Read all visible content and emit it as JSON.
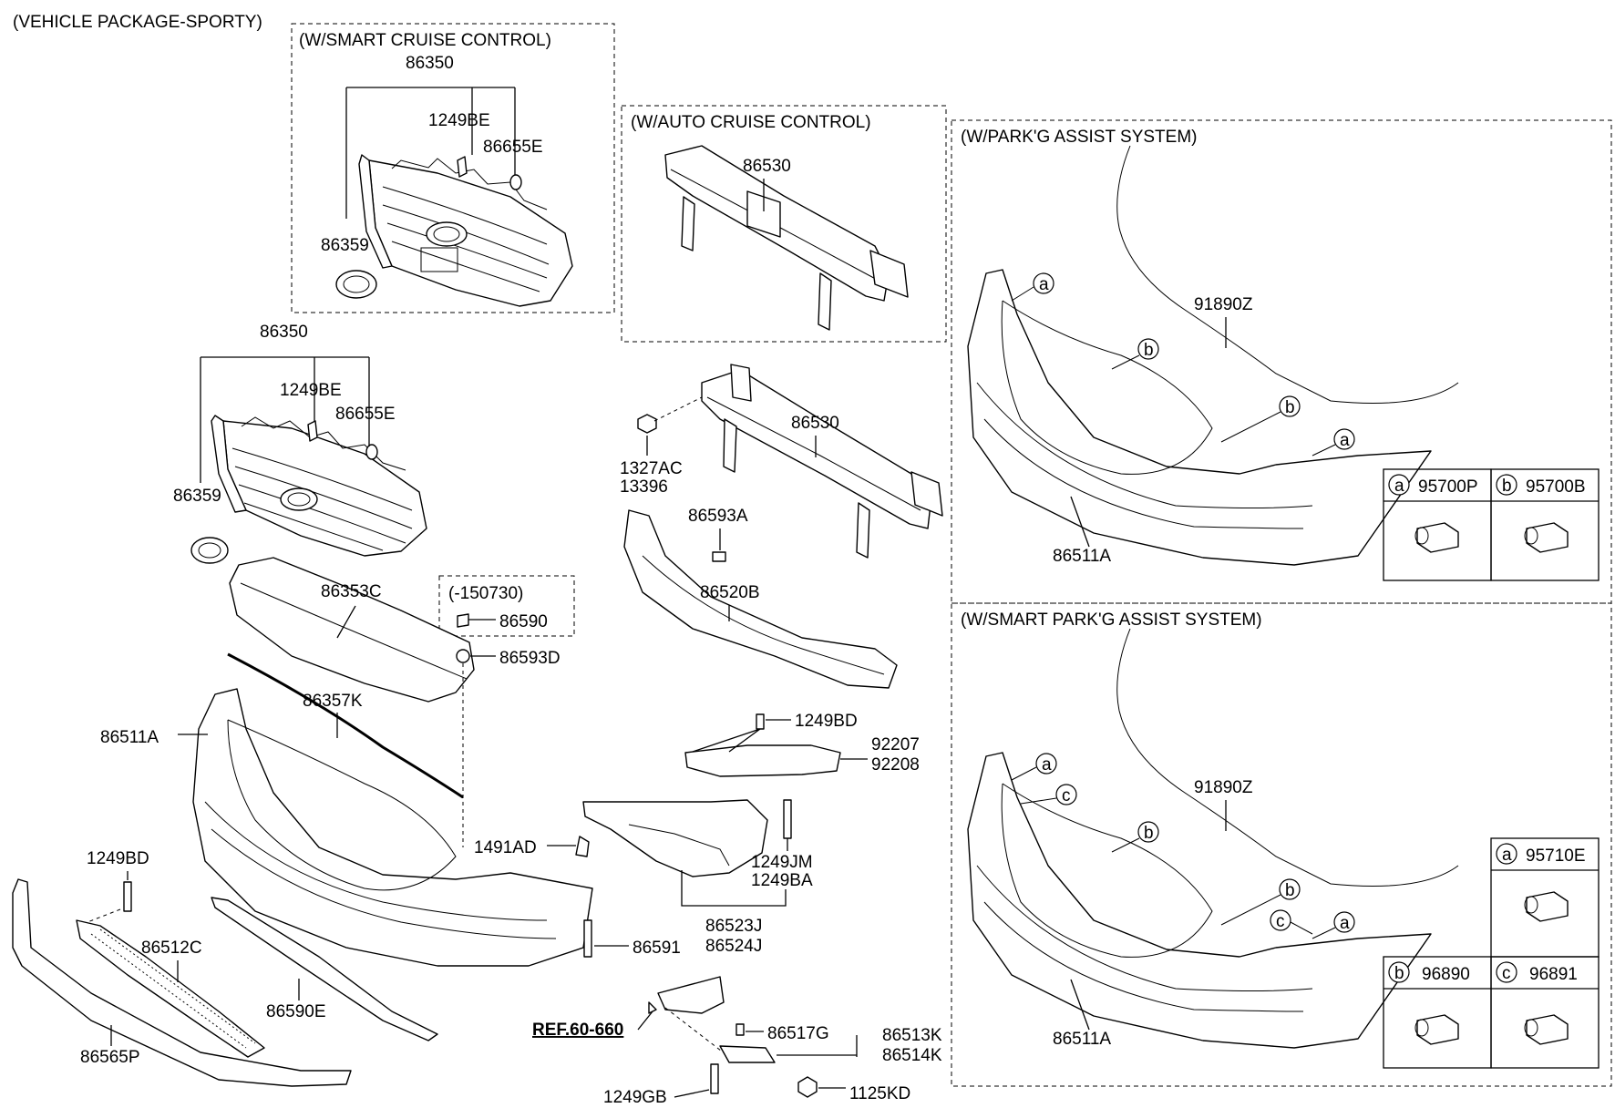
{
  "diagram": {
    "page_header": "(VEHICLE PACKAGE-SPORTY)",
    "sections": {
      "smart_cruise": "(W/SMART CRUISE CONTROL)",
      "auto_cruise": "(W/AUTO CRUISE CONTROL)",
      "park_assist": "(W/PARK'G ASSIST SYSTEM)",
      "smart_park_assist": "(W/SMART PARK'G ASSIST SYSTEM)",
      "date_note": "(-150730)"
    },
    "labels": {
      "p86350_top": "86350",
      "p1249BE_top": "1249BE",
      "p86655E_top": "86655E",
      "p86359_top": "86359",
      "p86530_top": "86530",
      "p91890Z_top": "91890Z",
      "p86511A_pa": "86511A",
      "p86350": "86350",
      "p1249BE": "1249BE",
      "p86655E": "86655E",
      "p86359": "86359",
      "p86530": "86530",
      "p1327AC": "1327AC",
      "p13396": "13396",
      "p86593A": "86593A",
      "p86520B": "86520B",
      "p86353C": "86353C",
      "p86590": "86590",
      "p86593D": "86593D",
      "p86357K": "86357K",
      "p86511A_main": "86511A",
      "p1249BD_right": "1249BD",
      "p92207": "92207",
      "p92208": "92208",
      "p1491AD": "1491AD",
      "p1249JM": "1249JM",
      "p1249BA": "1249BA",
      "p1249BD_left": "1249BD",
      "p86512C": "86512C",
      "p86590E": "86590E",
      "p86591": "86591",
      "p86523J": "86523J",
      "p86524J": "86524J",
      "p86565P": "86565P",
      "ref": "REF.60-660",
      "p86517G": "86517G",
      "p86513K": "86513K",
      "p86514K": "86514K",
      "p1249GB": "1249GB",
      "p1125KD": "1125KD",
      "p91890Z_bottom": "91890Z",
      "p86511A_spa": "86511A"
    },
    "callouts": {
      "a": "a",
      "b": "b",
      "c": "c"
    },
    "sensor_tables": {
      "park_assist": [
        {
          "letter": "a",
          "part": "95700P"
        },
        {
          "letter": "b",
          "part": "95700B"
        }
      ],
      "smart_park_assist": [
        {
          "letter": "a",
          "part": "95710E"
        },
        {
          "letter": "b",
          "part": "96890"
        },
        {
          "letter": "c",
          "part": "96891"
        }
      ]
    }
  }
}
